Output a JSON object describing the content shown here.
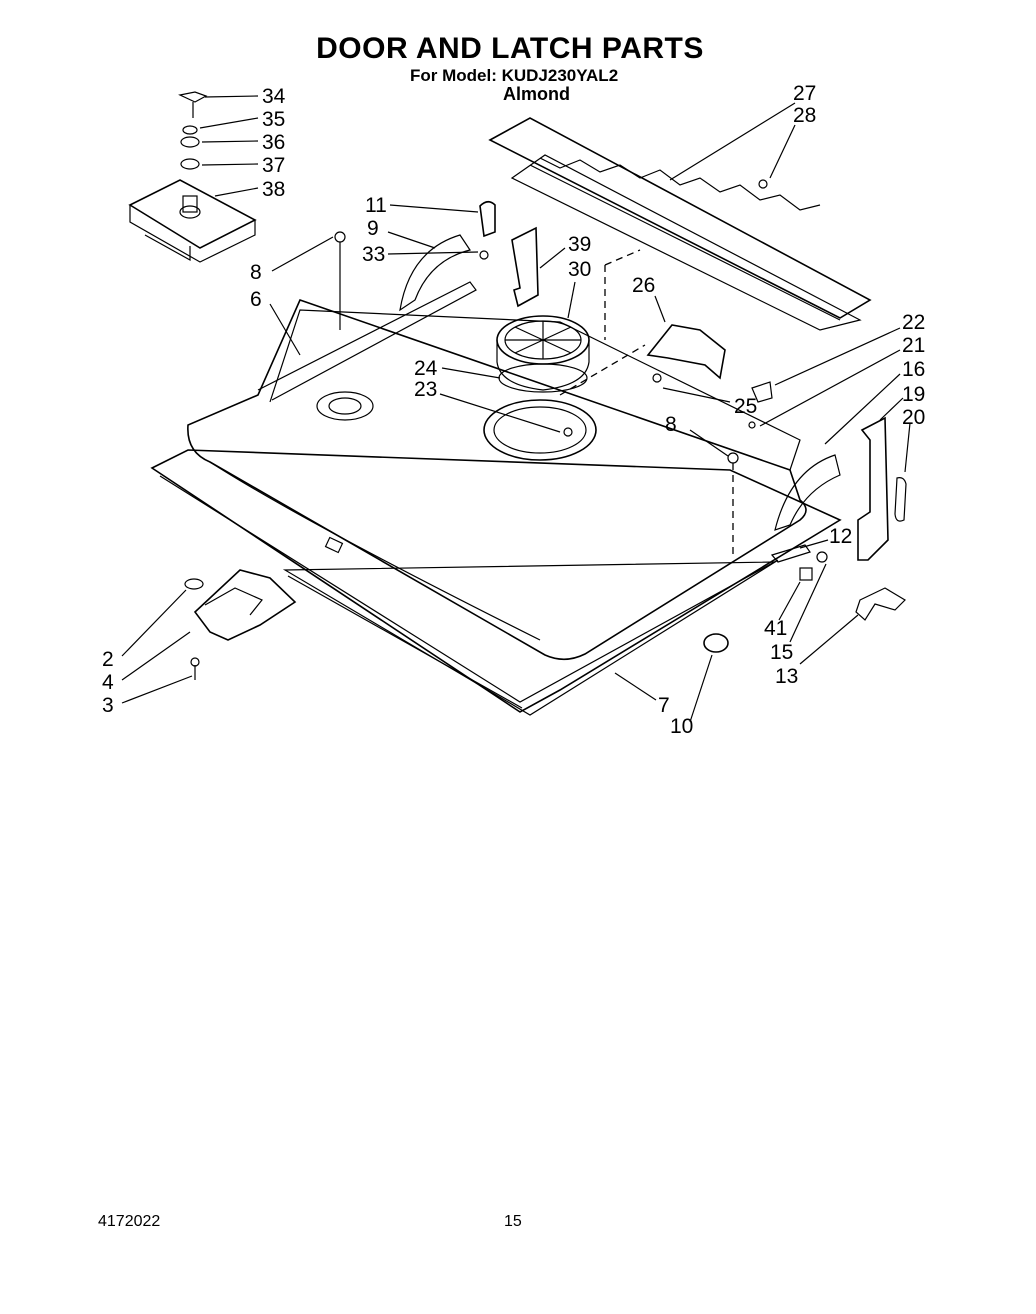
{
  "header": {
    "title": "DOOR AND LATCH PARTS",
    "model_line": "For Model: KUDJ230YAL2",
    "color": "Almond"
  },
  "footer": {
    "code": "4172022",
    "page_number": "15"
  },
  "callouts": [
    "34",
    "35",
    "36",
    "37",
    "38",
    "27",
    "28",
    "11",
    "9",
    "33",
    "39",
    "30",
    "8",
    "6",
    "26",
    "22",
    "21",
    "16",
    "19",
    "20",
    "24",
    "23",
    "25",
    "8",
    "12",
    "41",
    "15",
    "13",
    "2",
    "4",
    "3",
    "7",
    "10"
  ]
}
